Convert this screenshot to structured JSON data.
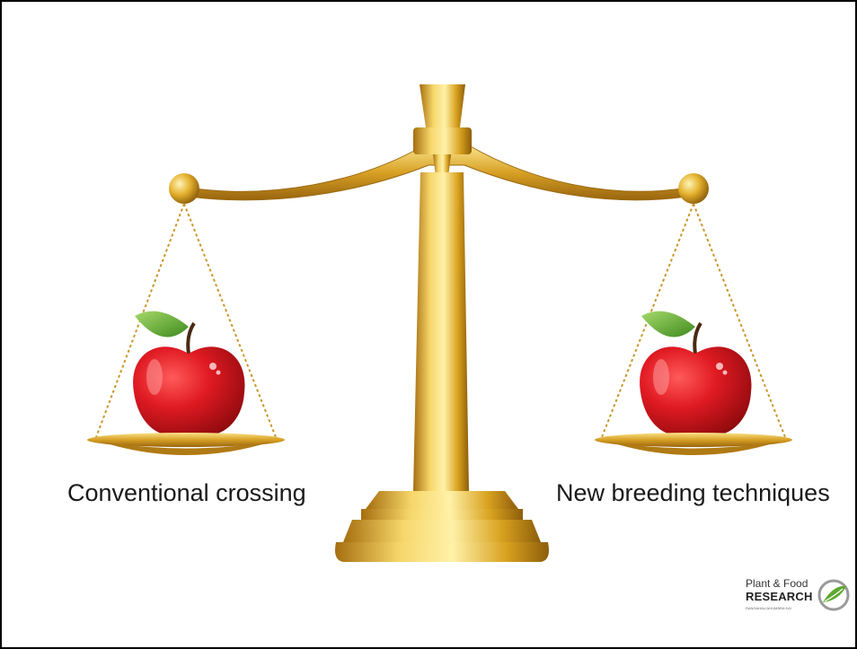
{
  "left_label": "Conventional crossing",
  "right_label": "New breeding techniques",
  "logo": {
    "line1": "Plant & Food",
    "line2": "RESEARCH",
    "line3": "RANGAHAU AHUMĀRA KAI",
    "icon": "leaf-swoosh-icon"
  },
  "colors": {
    "gold_light": "#f7d774",
    "gold_mid": "#d9a31f",
    "gold_dark": "#9c6a10",
    "apple_red": "#d1121b",
    "leaf_green": "#5ca82f"
  }
}
